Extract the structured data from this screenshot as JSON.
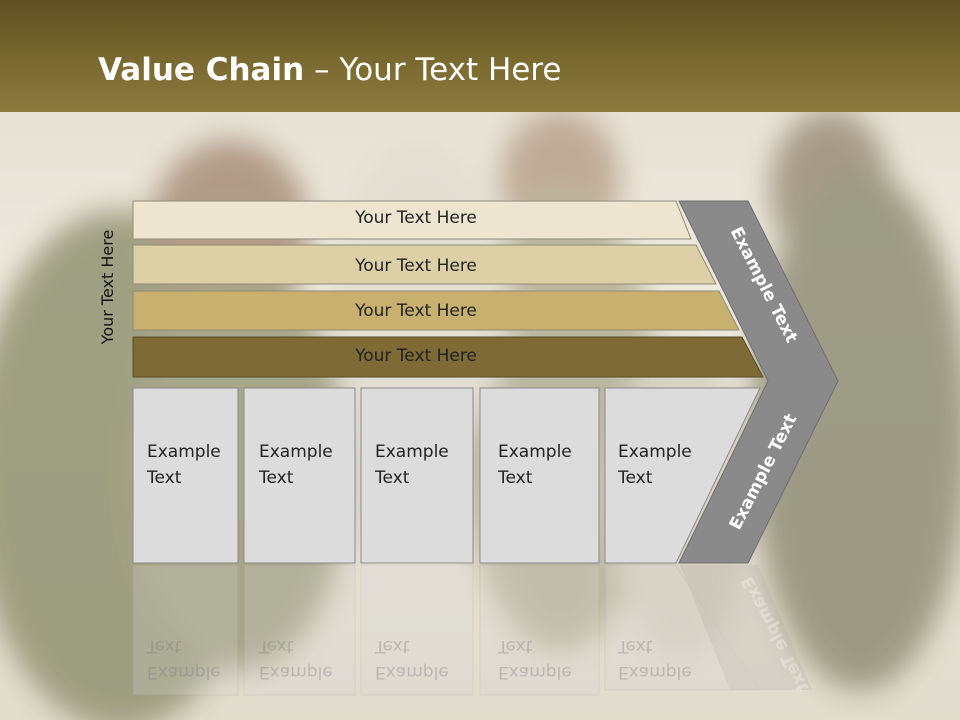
{
  "slide": {
    "title_bold": "Value Chain",
    "title_rest": " – Your Text Here",
    "side_label": "Your Text Here"
  },
  "bars": [
    {
      "label": "Your Text Here",
      "color": "#ede5d0"
    },
    {
      "label": "Your Text Here",
      "color": "#ddd0a6"
    },
    {
      "label": "Your Text Here",
      "color": "#c8b06e"
    },
    {
      "label": "Your Text Here",
      "color": "#7e6a35"
    }
  ],
  "boxes": [
    {
      "line1": "Example",
      "line2": "Text"
    },
    {
      "line1": "Example",
      "line2": "Text"
    },
    {
      "line1": "Example",
      "line2": "Text"
    },
    {
      "line1": "Example",
      "line2": "Text"
    },
    {
      "line1": "Example",
      "line2": "Text"
    }
  ],
  "chevron": {
    "upper_label": "Example Text",
    "lower_label": "Example Text",
    "color": "#8a8a8a"
  },
  "colors": {
    "title_band": "#6f5f2a",
    "box_fill": "#dcdcdc"
  }
}
